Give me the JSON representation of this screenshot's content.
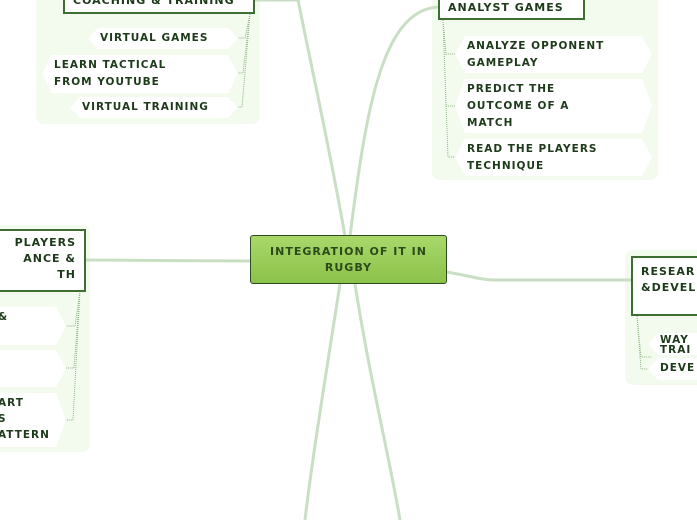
{
  "central": {
    "label": "INTEGRATION OF IT IN RUGBY"
  },
  "branches": {
    "coaching": {
      "title": "COACHING & TRAINING",
      "items": [
        "VIRTUAL GAMES",
        "LEARN TACTICAL\nFROM YOUTUBE",
        "VIRTUAL TRAINING"
      ]
    },
    "analyst": {
      "title": "ANALYST GAMES",
      "items": [
        "ANALYZE OPPONENT\nGAMEPLAY",
        "PREDICT THE\nOUTCOME OF A\nMATCH",
        "READ THE PLAYERS\nTECHNIQUE"
      ]
    },
    "players": {
      "title": "PLAYERS\nANCE &\nTH",
      "items": [
        "&",
        "",
        "ART\nS\nATTERN"
      ]
    },
    "research": {
      "title": "RESEAR\n&DEVEL",
      "items": [
        "WAY\nTRAI",
        "DEVE"
      ]
    }
  },
  "colors": {
    "central_fill": "#9ccf5a",
    "node_border": "#3f6e34",
    "text": "#1d3a1a",
    "group_bg": "#f2fbee",
    "connector": "#c9dfc4"
  }
}
